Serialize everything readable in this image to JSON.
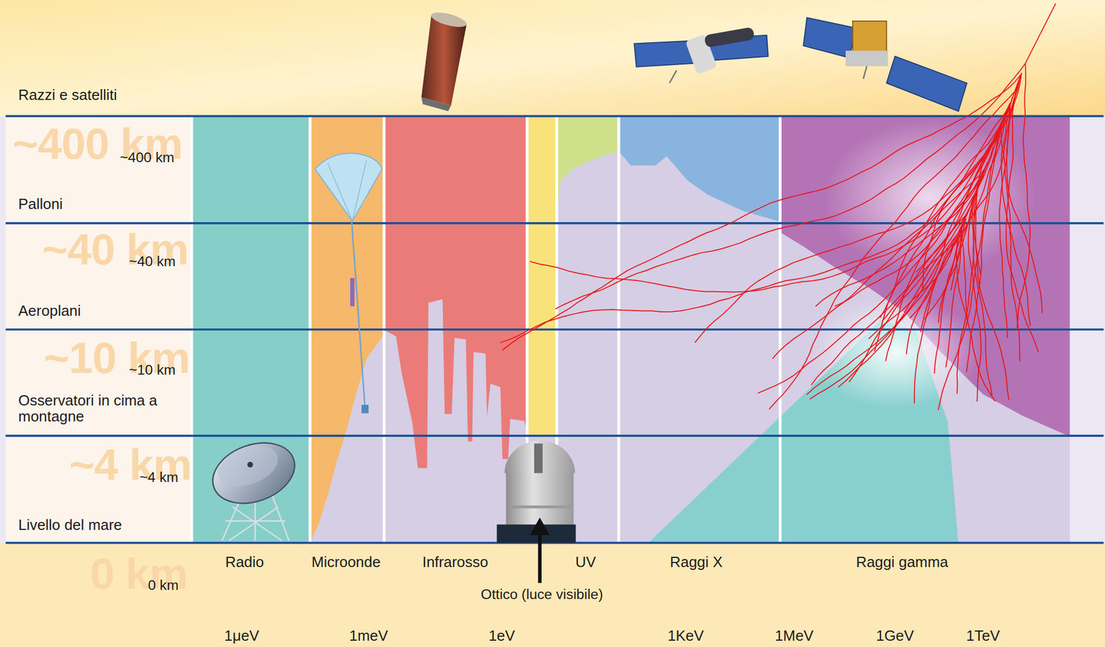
{
  "diagram": {
    "labels": [
      "Razzi e satelliti",
      "~400 km",
      "~400 km",
      "Palloni",
      "~40 km",
      "~40 km",
      "Aeroplani",
      "~10 km",
      "~10 km",
      "Osservatori in cima a montagne",
      "~4 km",
      "~4 km",
      "Livello del mare",
      "0 km",
      "0 km",
      "Radio",
      "Microonde",
      "Infrarosso",
      "UV",
      "Raggi X",
      "Raggi gamma",
      "Ottico (luce visibile)",
      "1μeV",
      "1meV",
      "1eV",
      "1KeV",
      "1MeV",
      "1GeV",
      "1TeV"
    ]
  }
}
